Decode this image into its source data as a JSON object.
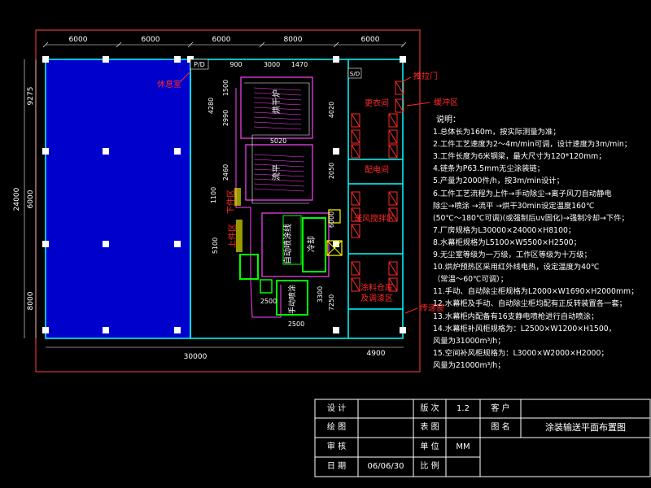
{
  "drawing": {
    "dims_top": [
      "6000",
      "6000",
      "6000",
      "8000",
      "6000"
    ],
    "dim_bottom": "30000",
    "dim_bottom_right": "4900",
    "dim_left": "24000",
    "dims_left": [
      "9275",
      "6000",
      "8000"
    ],
    "inner_dims": [
      "900",
      "3000",
      "1470",
      "1500",
      "2990",
      "4280",
      "4020",
      "5020",
      "2460",
      "2050",
      "1100",
      "5100",
      "6000",
      "3300",
      "7250",
      "2500",
      "2500"
    ],
    "markers": [
      "P/D",
      "S/D"
    ],
    "rooms": {
      "rest_room": "休息室",
      "changing": "更衣间",
      "power": "配电间",
      "supply_air": "送风搅拌区",
      "paint_store": "涂料仓库\n及调漆区",
      "down_part": "下件区",
      "up_part": "上件区",
      "auto_spray": "自动喷涂线",
      "oven": "烘干炉",
      "leveling": "流平",
      "cooling": "冷却",
      "manual_spray": "手动喷涂"
    },
    "callouts": {
      "shutter": "推拉门",
      "buffer": "缓冲区",
      "conveyor": "传递窗"
    }
  },
  "notes": {
    "title": "说明：",
    "items": [
      "1.总体长为160m，按实际测量为准；",
      "2.工件工艺速度为2～4m/min可调，设计速度为3m/min；",
      "3.工件长度为6米钢梁，最大尺寸为120*120mm；",
      "4.链条为P63.5mm无尘涂装链；",
      "5.产量为2000件/h，按3m/min设计；",
      "6.工件工艺流程为上件→手动除尘→离子风刀自动静电",
      "   除尘→喷涂 →流平 →烘干30min设定温度160℃",
      "  (50℃～180℃可调)(或强制后uv固化)→强制冷却→下件；",
      "7.厂房规格为L30000×24000×H8100；",
      "8.水幕柜规格为L5100×W5500×H2500；",
      "9.无尘室等级为一万级，工作区等级为十万级；",
      "10.烘炉预热区采用红外线电热，设定温度为40℃",
      "   （常温～60℃可调）；",
      "11.手动、自动除尘柜规格为L2000×W1690×H2000mm；",
      "12.水幕柜及手动、自动除尘柜均配有正反转装置各一套；",
      "13.水幕柜内配备有16支静电喷枪进行自动喷涂；",
      "14.水幕柜补风柜规格为：L2500×W1200×H1500，",
      "   风量为31000m³/h；",
      "15.空间补风柜规格为：L3000×W2000×H2000；",
      "   风量为21000m³/h；"
    ]
  },
  "title_block": {
    "design_label": "设 计",
    "design_value": "",
    "version_label": "版 次",
    "version_value": "1.2",
    "client_label": "客 户",
    "client_value": "",
    "draw_label": "绘 图",
    "draw_value": "",
    "sheet_label": "表 图",
    "sheet_value": "",
    "drawing_name_label": "图 名",
    "drawing_name_value": "涂装输送平面布置图",
    "review_label": "审 核",
    "review_value": "",
    "unit_label": "单 位",
    "unit_value": "MM",
    "date_label": "日 期",
    "date_value": "06/06/30",
    "scale_label": "比 例",
    "scale_value": ""
  },
  "colors": {
    "background": "#000000",
    "wall": "#00ffff",
    "hall": "#0000cc",
    "dimension": "#ffffff",
    "label_red": "#ff2a2a",
    "equipment_magenta": "#ff44ff",
    "equipment_green": "#00ff00",
    "machine_yellow": "#ffff00",
    "column": "#ffffff"
  }
}
